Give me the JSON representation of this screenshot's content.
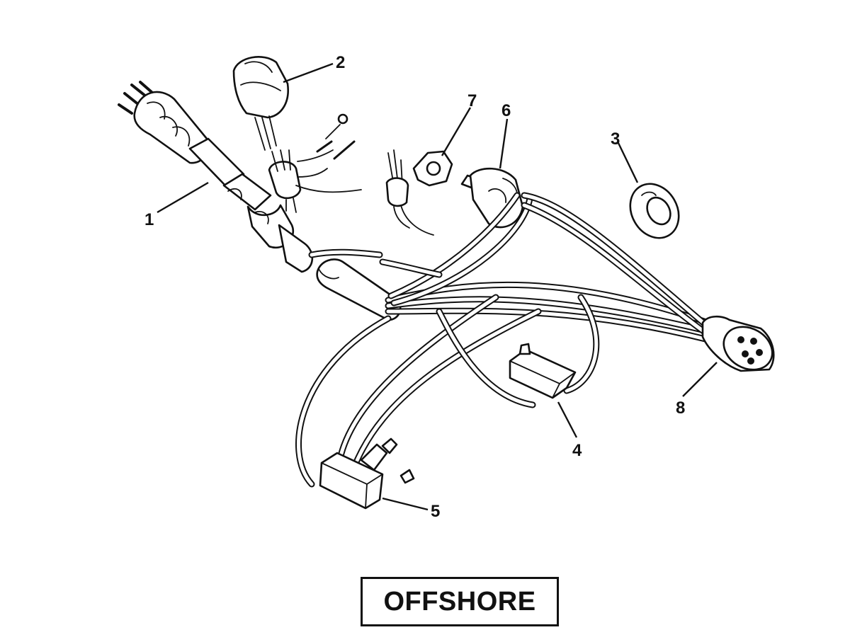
{
  "diagram": {
    "caption": "OFFSHORE",
    "callouts": [
      {
        "id": "1",
        "label": "1"
      },
      {
        "id": "2",
        "label": "2"
      },
      {
        "id": "3",
        "label": "3"
      },
      {
        "id": "4",
        "label": "4"
      },
      {
        "id": "5",
        "label": "5"
      },
      {
        "id": "6",
        "label": "6"
      },
      {
        "id": "7",
        "label": "7"
      },
      {
        "id": "8",
        "label": "8"
      }
    ]
  }
}
